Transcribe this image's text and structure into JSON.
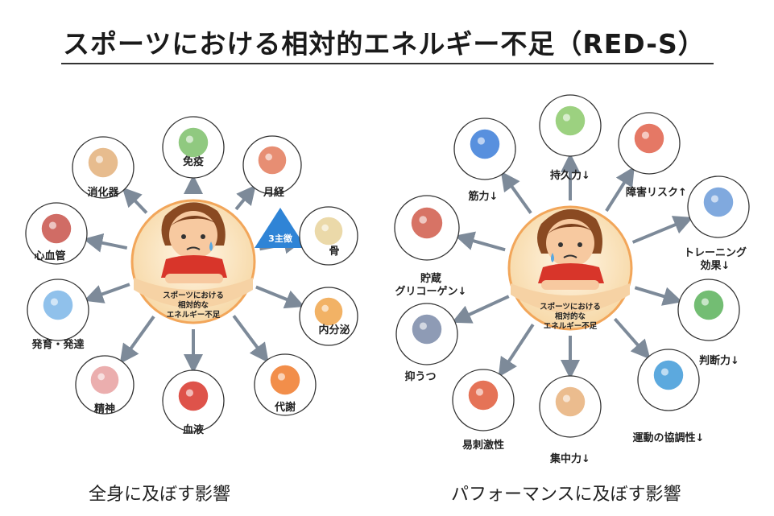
{
  "title": "スポーツにおける相対的エネルギー不足（RED-S）",
  "left": {
    "caption": "全身に及ぼす影響",
    "center_label": [
      "スポーツにおける",
      "相対的な",
      "エネルギー不足"
    ],
    "triad_badge": "3主徴",
    "items": [
      {
        "label": "免疫",
        "icon": "shield-virus-icon"
      },
      {
        "label": "月経",
        "icon": "calendar-icon"
      },
      {
        "label": "骨",
        "icon": "bone-icon"
      },
      {
        "label": "内分泌",
        "icon": "thyroid-icon"
      },
      {
        "label": "代謝",
        "icon": "flame-icon"
      },
      {
        "label": "血液",
        "icon": "blood-tube-icon"
      },
      {
        "label": "精神",
        "icon": "brain-hand-icon"
      },
      {
        "label": "発育・発達",
        "icon": "growth-chart-icon"
      },
      {
        "label": "心血管",
        "icon": "brain-heart-icon"
      },
      {
        "label": "消化器",
        "icon": "stomach-icon"
      }
    ]
  },
  "right": {
    "caption": "パフォーマンスに及ぼす影響",
    "center_label": [
      "スポーツにおける",
      "相対的な",
      "エネルギー不足"
    ],
    "items": [
      {
        "label": "持久力↓",
        "icon": "runner-tired-icon"
      },
      {
        "label": "障害リスク↑",
        "icon": "injury-danger-icon"
      },
      {
        "label": "トレーニング",
        "label2": "効果↓",
        "icon": "treadmill-icon"
      },
      {
        "label": "判断力↓",
        "icon": "soccer-confused-icon"
      },
      {
        "label": "運動の協調性↓",
        "icon": "soccer-fall-icon"
      },
      {
        "label": "集中力↓",
        "icon": "reading-sleepy-icon"
      },
      {
        "label": "易刺激性",
        "icon": "angry-boy-icon"
      },
      {
        "label": "抑うつ",
        "icon": "depressed-boy-icon"
      },
      {
        "label": "貯蔵",
        "label2": "グリコーゲン↓",
        "icon": "muscle-glycogen-icon"
      },
      {
        "label": "筋力↓",
        "icon": "dumbbell-icon"
      }
    ]
  }
}
